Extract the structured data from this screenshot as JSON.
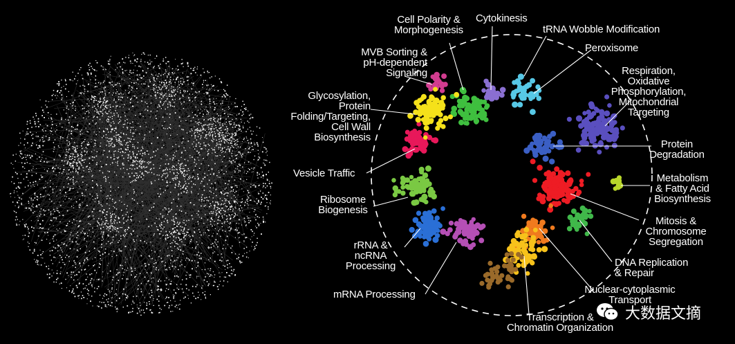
{
  "colors": {
    "background": "#000000",
    "label": "#ffffff",
    "network_nodes": "#ffffff",
    "dashed_circle": "#ffffff"
  },
  "labels": {
    "cell_polarity": "Cell Polarity &\nMorphogenesis",
    "cytokinesis": "Cytokinesis",
    "trna": "tRNA Wobble Modification",
    "peroxisome": "Peroxisome",
    "mvb": "MVB Sorting &\npH-dependent\nSignaling",
    "respiration": "Respiration,\nOxidative\nPhosphorylation,\nMitochondrial\nTargeting",
    "glycosylation": "Glycosylation,\nProtein\nFolding/Targeting,\nCell Wall\nBiosynthesis",
    "protein_degradation": "Protein\nDegradation",
    "vesicle": "Vesicle Traffic",
    "metabolism": "Metabolism\n& Fatty Acid\nBiosynthesis",
    "ribosome": "Ribosome\nBiogenesis",
    "mitosis": "Mitosis &\nChromosome\nSegregation",
    "rrna": "rRNA &\nncRNA\nProcessing",
    "dna": "DNA Replication\n& Repair",
    "mrna": "mRNA Processing",
    "nuclear": "Nuclear-cytoplasmic\nTransport",
    "transcription": "Transcription &\nChromatin Organization"
  },
  "watermark": {
    "icon": "wechat-icon",
    "text": "大数据文摘"
  },
  "clusters": [
    {
      "name": "cell-polarity",
      "color": "#3fbf3f"
    },
    {
      "name": "cytokinesis",
      "color": "#8a6fd1"
    },
    {
      "name": "trna-wobble",
      "color": "#57c8e6"
    },
    {
      "name": "mvb-sorting",
      "color": "#d23c8f"
    },
    {
      "name": "glycosylation",
      "color": "#f5e11a"
    },
    {
      "name": "cell-wall",
      "color": "#e8185a"
    },
    {
      "name": "respiration",
      "color": "#5a4fbf"
    },
    {
      "name": "protein-degradation",
      "color": "#3b5fc4"
    },
    {
      "name": "metabolism",
      "color": "#b8d62a"
    },
    {
      "name": "mitosis",
      "color": "#ee1c24"
    },
    {
      "name": "dna-replication",
      "color": "#40b84a"
    },
    {
      "name": "ribosome",
      "color": "#7ac943"
    },
    {
      "name": "rrna",
      "color": "#2a6fd6"
    },
    {
      "name": "mrna",
      "color": "#b54fb5"
    },
    {
      "name": "nuclear-transport",
      "color": "#f07a1e"
    },
    {
      "name": "transcription",
      "color": "#f7c21b"
    }
  ]
}
